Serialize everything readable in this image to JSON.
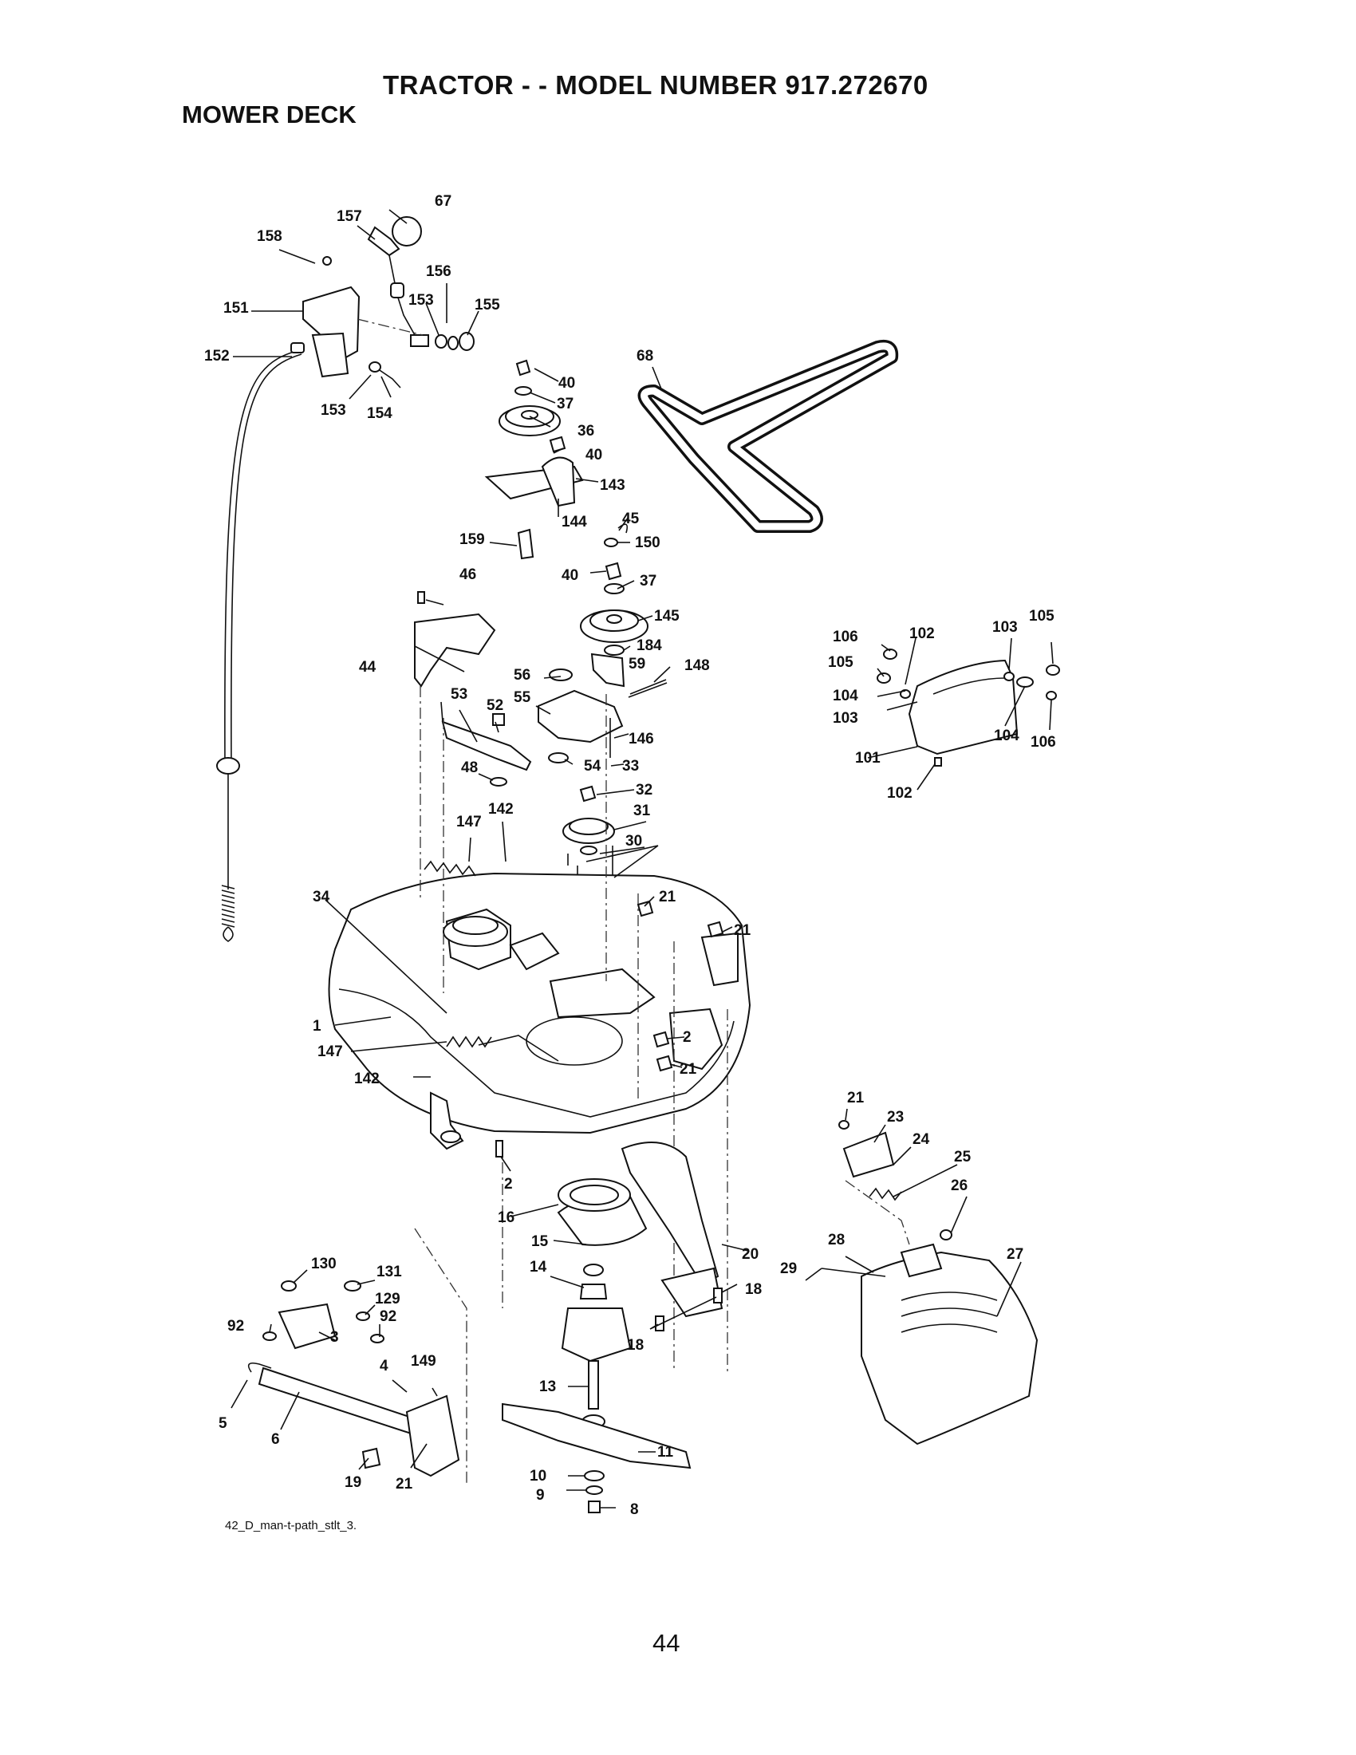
{
  "header": {
    "title": "TRACTOR - - MODEL NUMBER  917.272670",
    "subtitle": "MOWER DECK"
  },
  "caption": "42_D_man-t-path_stlt_3.",
  "page_number": "44",
  "part_labels": [
    "67",
    "157",
    "158",
    "156",
    "153",
    "155",
    "151",
    "152",
    "153",
    "154",
    "68",
    "40",
    "37",
    "36",
    "40",
    "143",
    "144",
    "45",
    "159",
    "150",
    "40",
    "37",
    "46",
    "145",
    "184",
    "59",
    "148",
    "44",
    "56",
    "55",
    "53",
    "52",
    "146",
    "48",
    "54",
    "33",
    "32",
    "147",
    "142",
    "31",
    "30",
    "34",
    "21",
    "21",
    "1",
    "147",
    "2",
    "21",
    "142",
    "2",
    "16",
    "15",
    "14",
    "130",
    "131",
    "129",
    "92",
    "92",
    "3",
    "4",
    "149",
    "5",
    "6",
    "19",
    "21",
    "13",
    "11",
    "10",
    "9",
    "8",
    "20",
    "18",
    "18",
    "29",
    "28",
    "27",
    "21",
    "23",
    "24",
    "25",
    "26",
    "106",
    "105",
    "102",
    "103",
    "105",
    "104",
    "103",
    "101",
    "104",
    "106",
    "102"
  ]
}
